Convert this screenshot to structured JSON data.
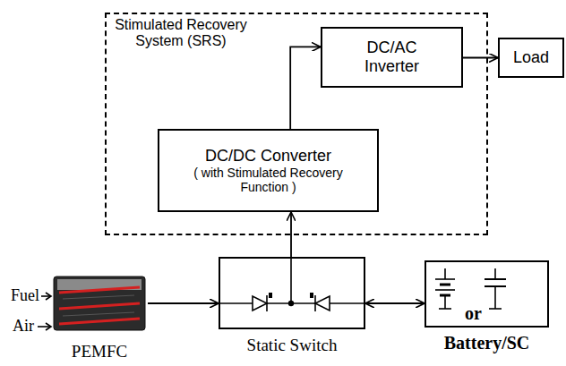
{
  "diagram": {
    "nodes": [
      {
        "text": [
          "Stimulated Recovery System (SRS)"
        ]
      },
      {
        "text": [
          "DC/AC Inverter"
        ],
        "in": 0
      },
      {
        "text": [
          "Load"
        ]
      },
      {
        "text": [
          "DC/DC Converter",
          "( with Stimulated Recovery Function )"
        ],
        "in": 0
      },
      {
        "text": [
          "PEMFC"
        ]
      },
      {
        "text": [
          "Static Switch"
        ]
      },
      {
        "text": [
          "or",
          "Battery/SC"
        ]
      }
    ],
    "edges": [
      {
        "from": 3,
        "to": 1,
        "arrow": "to"
      },
      {
        "from": 1,
        "to": 2,
        "arrow": "to"
      },
      {
        "from": 5,
        "to": 3,
        "arrow": "to"
      },
      {
        "from": 4,
        "to": 5,
        "arrow": "to"
      },
      {
        "from": 5,
        "to": 6,
        "arrow": "both"
      }
    ],
    "labels": [
      "Fuel",
      "Air"
    ]
  }
}
